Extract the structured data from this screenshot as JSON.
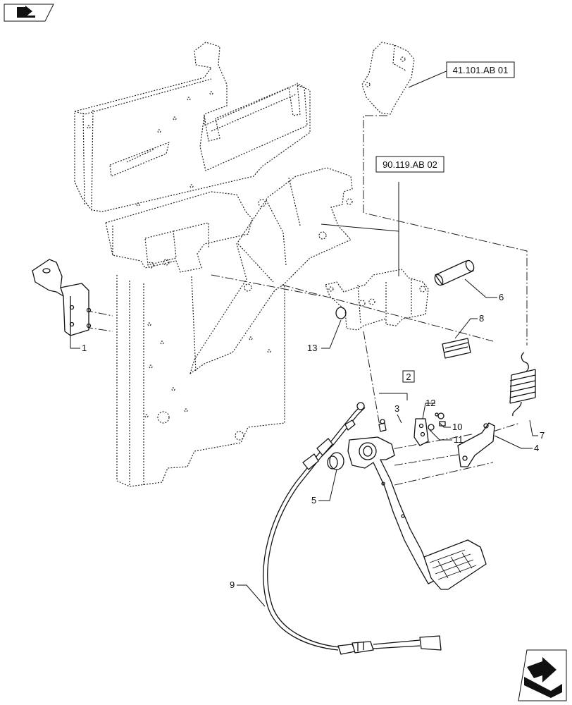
{
  "nav": {
    "back_icon": "back-arrow-icon",
    "next_icon": "next-page-arrow-icon"
  },
  "references": {
    "ref_a": "41.101.AB 01",
    "ref_b": "90.119.AB 02"
  },
  "group_marker": "2",
  "callouts": {
    "c1": "1",
    "c3": "3",
    "c4": "4",
    "c5": "5",
    "c6": "6",
    "c7": "7",
    "c8": "8",
    "c9": "9",
    "c10": "10",
    "c11": "11",
    "c12": "12",
    "c13": "13"
  }
}
